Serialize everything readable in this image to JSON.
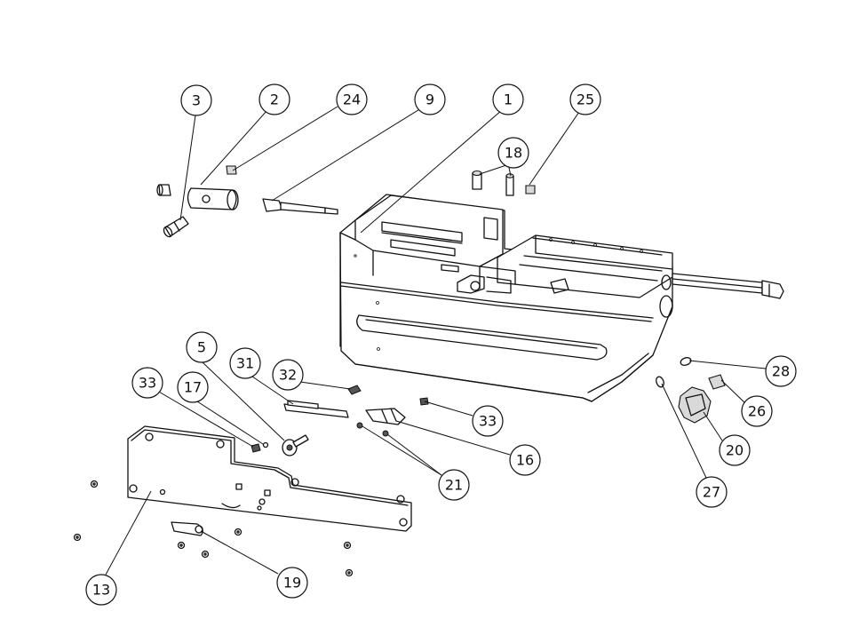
{
  "callouts": [
    {
      "id": "c3",
      "text": "3"
    },
    {
      "id": "c2",
      "text": "2"
    },
    {
      "id": "c24",
      "text": "24"
    },
    {
      "id": "c9",
      "text": "9"
    },
    {
      "id": "c1",
      "text": "1"
    },
    {
      "id": "c25",
      "text": "25"
    },
    {
      "id": "c18",
      "text": "18"
    },
    {
      "id": "c5",
      "text": "5"
    },
    {
      "id": "c31",
      "text": "31"
    },
    {
      "id": "c32",
      "text": "32"
    },
    {
      "id": "c33a",
      "text": "33"
    },
    {
      "id": "c17",
      "text": "17"
    },
    {
      "id": "c33b",
      "text": "33"
    },
    {
      "id": "c16",
      "text": "16"
    },
    {
      "id": "c21",
      "text": "21"
    },
    {
      "id": "c28",
      "text": "28"
    },
    {
      "id": "c26",
      "text": "26"
    },
    {
      "id": "c20",
      "text": "20"
    },
    {
      "id": "c27",
      "text": "27"
    },
    {
      "id": "c13",
      "text": "13"
    },
    {
      "id": "c19",
      "text": "19"
    }
  ]
}
